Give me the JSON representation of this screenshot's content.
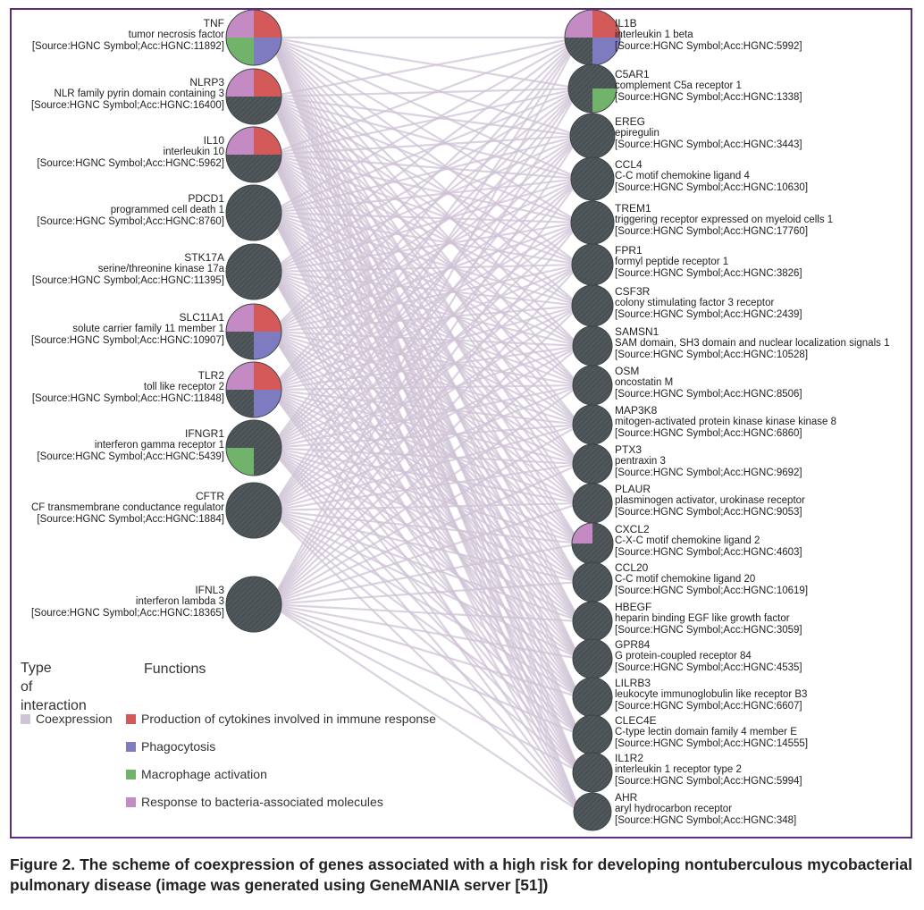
{
  "diagram": {
    "colors": {
      "node": "#4a5155",
      "node_hatch": "#5d6468",
      "edge": "#cfc3d6",
      "cytokines": "#d45a5a",
      "phagocytosis": "#7f7bc0",
      "macrophage": "#72b36c",
      "bacteria": "#c48ac4",
      "border": "#5e2e7a"
    },
    "left_genes": [
      {
        "symbol": "TNF",
        "name": "tumor necrosis factor",
        "source": "[Source:HGNC Symbol;Acc:HGNC:11892]",
        "functions": [
          "bacteria",
          "cytokines",
          "macrophage",
          "phagocytosis"
        ]
      },
      {
        "symbol": "NLRP3",
        "name": "NLR family pyrin domain containing 3",
        "source": "[Source:HGNC Symbol;Acc:HGNC:16400]",
        "functions": [
          "bacteria",
          "cytokines",
          null,
          null
        ]
      },
      {
        "symbol": "IL10",
        "name": "interleukin 10",
        "source": "[Source:HGNC Symbol;Acc:HGNC:5962]",
        "functions": [
          "bacteria",
          "cytokines",
          null,
          null
        ]
      },
      {
        "symbol": "PDCD1",
        "name": "programmed cell death 1",
        "source": "[Source:HGNC Symbol;Acc:HGNC:8760]",
        "functions": [
          null,
          null,
          null,
          null
        ]
      },
      {
        "symbol": "STK17A",
        "name": "serine/threonine kinase 17a",
        "source": "[Source:HGNC Symbol;Acc:HGNC:11395]",
        "functions": [
          null,
          null,
          null,
          null
        ]
      },
      {
        "symbol": "SLC11A1",
        "name": "solute carrier family 11 member 1",
        "source": "[Source:HGNC Symbol;Acc:HGNC:10907]",
        "functions": [
          "bacteria",
          "cytokines",
          null,
          "phagocytosis"
        ]
      },
      {
        "symbol": "TLR2",
        "name": "toll like receptor 2",
        "source": "[Source:HGNC Symbol;Acc:HGNC:11848]",
        "functions": [
          "bacteria",
          "cytokines",
          null,
          "phagocytosis"
        ]
      },
      {
        "symbol": "IFNGR1",
        "name": "interferon gamma receptor 1",
        "source": "[Source:HGNC Symbol;Acc:HGNC:5439]",
        "functions": [
          null,
          null,
          "macrophage",
          null
        ]
      },
      {
        "symbol": "CFTR",
        "name": "CF transmembrane conductance regulator",
        "source": "[Source:HGNC Symbol;Acc:HGNC:1884]",
        "functions": [
          null,
          null,
          null,
          null
        ]
      },
      {
        "symbol": "IFNL3",
        "name": "interferon lambda 3",
        "source": "[Source:HGNC Symbol;Acc:HGNC:18365]",
        "functions": [
          null,
          null,
          null,
          null
        ]
      }
    ],
    "right_genes": [
      {
        "symbol": "IL1B",
        "name": "interleukin 1 beta",
        "source": "[Source:HGNC Symbol;Acc:HGNC:5992]",
        "functions": [
          "bacteria",
          "cytokines",
          null,
          "phagocytosis"
        ]
      },
      {
        "symbol": "C5AR1",
        "name": "complement C5a receptor 1",
        "source": "[Source:HGNC Symbol;Acc:HGNC:1338]",
        "functions": [
          null,
          null,
          null,
          "macrophage"
        ]
      },
      {
        "symbol": "EREG",
        "name": "epiregulin",
        "source": "[Source:HGNC Symbol;Acc:HGNC:3443]",
        "functions": [
          null,
          null,
          null,
          null
        ]
      },
      {
        "symbol": "CCL4",
        "name": "C-C motif chemokine ligand 4",
        "source": "[Source:HGNC Symbol;Acc:HGNC:10630]",
        "functions": [
          null,
          null,
          null,
          null
        ]
      },
      {
        "symbol": "TREM1",
        "name": "triggering receptor expressed on myeloid cells 1",
        "source": "[Source:HGNC Symbol;Acc:HGNC:17760]",
        "functions": [
          null,
          null,
          null,
          null
        ]
      },
      {
        "symbol": "FPR1",
        "name": "formyl peptide receptor 1",
        "source": "[Source:HGNC Symbol;Acc:HGNC:3826]",
        "functions": [
          null,
          null,
          null,
          null
        ]
      },
      {
        "symbol": "CSF3R",
        "name": "colony stimulating factor 3 receptor",
        "source": "[Source:HGNC Symbol;Acc:HGNC:2439]",
        "functions": [
          null,
          null,
          null,
          null
        ]
      },
      {
        "symbol": "SAMSN1",
        "name": "SAM domain, SH3 domain and nuclear localization signals 1",
        "source": "[Source:HGNC Symbol;Acc:HGNC:10528]",
        "functions": [
          null,
          null,
          null,
          null
        ]
      },
      {
        "symbol": "OSM",
        "name": "oncostatin M",
        "source": "[Source:HGNC Symbol;Acc:HGNC:8506]",
        "functions": [
          null,
          null,
          null,
          null
        ]
      },
      {
        "symbol": "MAP3K8",
        "name": "mitogen-activated protein kinase kinase kinase 8",
        "source": "[Source:HGNC Symbol;Acc:HGNC:6860]",
        "functions": [
          null,
          null,
          null,
          null
        ]
      },
      {
        "symbol": "PTX3",
        "name": "pentraxin 3",
        "source": "[Source:HGNC Symbol;Acc:HGNC:9692]",
        "functions": [
          null,
          null,
          null,
          null
        ]
      },
      {
        "symbol": "PLAUR",
        "name": "plasminogen activator, urokinase receptor",
        "source": "[Source:HGNC Symbol;Acc:HGNC:9053]",
        "functions": [
          null,
          null,
          null,
          null
        ]
      },
      {
        "symbol": "CXCL2",
        "name": "C-X-C motif chemokine ligand 2",
        "source": "[Source:HGNC Symbol;Acc:HGNC:4603]",
        "functions": [
          "bacteria",
          null,
          null,
          null
        ]
      },
      {
        "symbol": "CCL20",
        "name": "C-C motif chemokine ligand 20",
        "source": "[Source:HGNC Symbol;Acc:HGNC:10619]",
        "functions": [
          null,
          null,
          null,
          null
        ]
      },
      {
        "symbol": "HBEGF",
        "name": "heparin binding EGF like growth factor",
        "source": "[Source:HGNC Symbol;Acc:HGNC:3059]",
        "functions": [
          null,
          null,
          null,
          null
        ]
      },
      {
        "symbol": "GPR84",
        "name": "G protein-coupled receptor 84",
        "source": "[Source:HGNC Symbol;Acc:HGNC:4535]",
        "functions": [
          null,
          null,
          null,
          null
        ]
      },
      {
        "symbol": "LILRB3",
        "name": "leukocyte immunoglobulin like receptor B3",
        "source": "[Source:HGNC Symbol;Acc:HGNC:6607]",
        "functions": [
          null,
          null,
          null,
          null
        ]
      },
      {
        "symbol": "CLEC4E",
        "name": "C-type lectin domain family 4 member E",
        "source": "[Source:HGNC Symbol;Acc:HGNC:14555]",
        "functions": [
          null,
          null,
          null,
          null
        ]
      },
      {
        "symbol": "IL1R2",
        "name": "interleukin 1 receptor type 2",
        "source": "[Source:HGNC Symbol;Acc:HGNC:5994]",
        "functions": [
          null,
          null,
          null,
          null
        ]
      },
      {
        "symbol": "AHR",
        "name": "aryl hydrocarbon receptor",
        "source": "[Source:HGNC Symbol;Acc:HGNC:348]",
        "functions": [
          null,
          null,
          null,
          null
        ]
      }
    ]
  },
  "legend": {
    "type_title_line1": "Type",
    "type_title_line2": "of interaction",
    "functions_title": "Functions",
    "coexpression": "Coexpression",
    "functions": [
      {
        "key": "cytokines",
        "label": "Production of cytokines involved in immune response"
      },
      {
        "key": "phagocytosis",
        "label": "Phagocytosis"
      },
      {
        "key": "macrophage",
        "label": "Macrophage activation"
      },
      {
        "key": "bacteria",
        "label": "Response to bacteria-associated molecules"
      }
    ]
  },
  "caption": "Figure 2. The scheme of coexpression of genes associated with a high risk for developing nontuberculous mycobacterial pulmonary disease (image was generated using GeneMANIA server [51])"
}
